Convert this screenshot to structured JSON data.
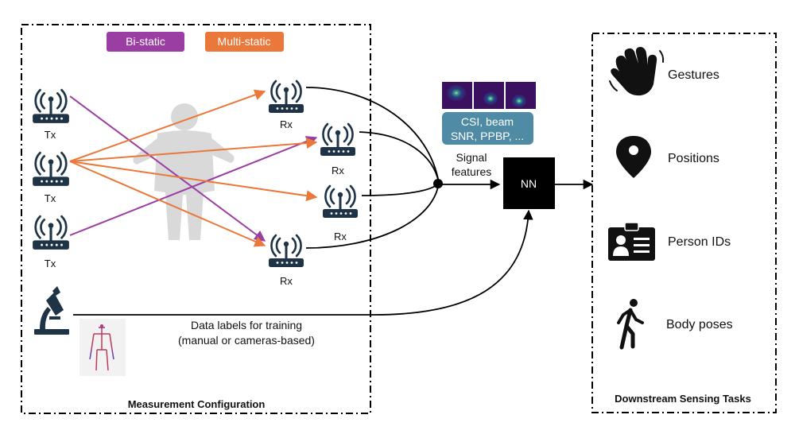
{
  "legend": {
    "bistatic": "Bi-static",
    "multistatic": "Multi-static"
  },
  "tx_label": "Tx",
  "rx_label": "Rx",
  "features_box": {
    "line1": "CSI, beam",
    "line2": "SNR, PPBP, ..."
  },
  "signal_features": {
    "line1": "Signal",
    "line2": "features"
  },
  "nn_label": "NN",
  "data_labels": {
    "line1": "Data labels for training",
    "line2": "(manual or cameras-based)"
  },
  "left_box_title": "Measurement Configuration",
  "right_box_title": "Downstream Sensing Tasks",
  "tasks": [
    {
      "label": "Gestures",
      "icon": "waving-hand-icon"
    },
    {
      "label": "Positions",
      "icon": "location-pin-icon"
    },
    {
      "label": "Person IDs",
      "icon": "id-card-icon"
    },
    {
      "label": "Body poses",
      "icon": "walking-person-icon"
    }
  ],
  "colors": {
    "bistatic": "#9b3ea3",
    "multistatic": "#e9783a",
    "features_box": "#4f8ba4",
    "nn_box": "#000000"
  }
}
